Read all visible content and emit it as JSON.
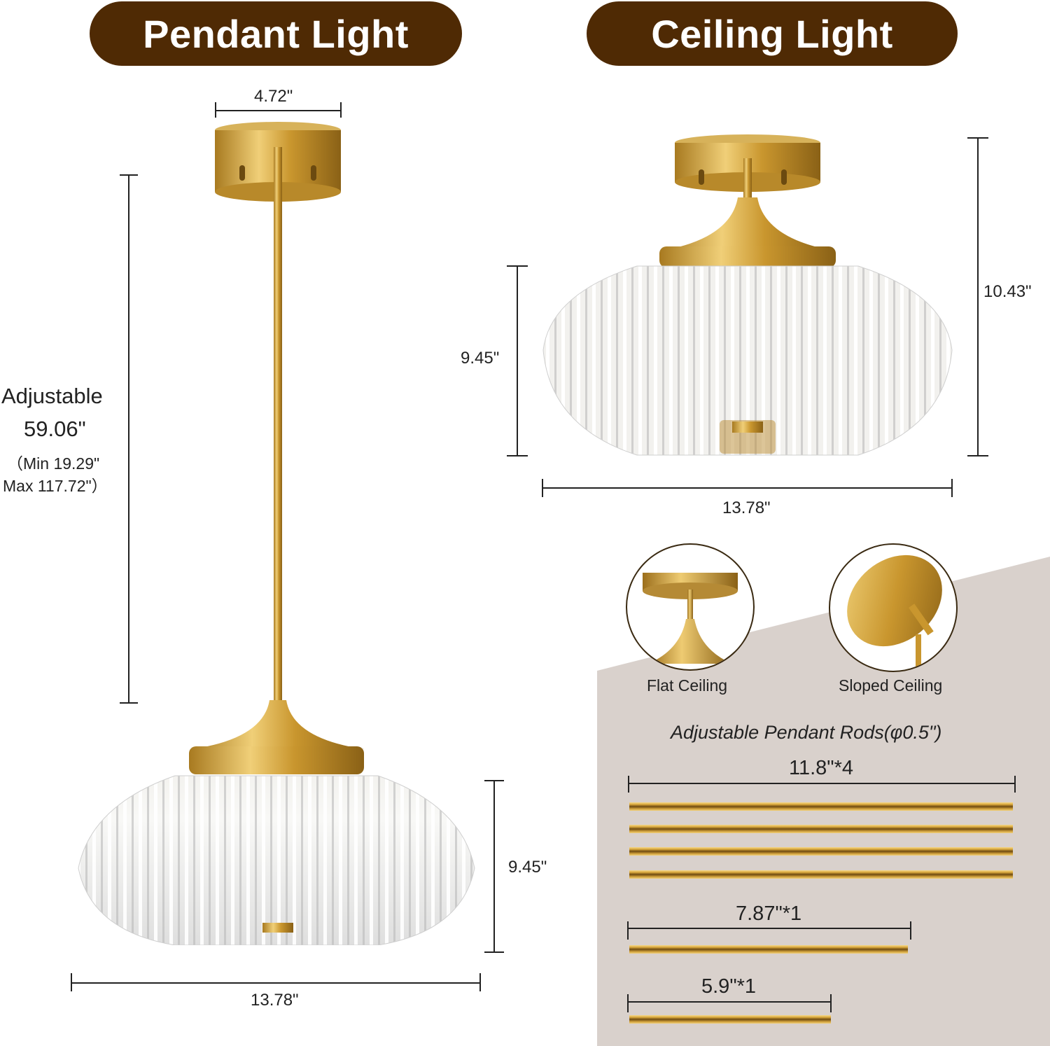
{
  "sections": {
    "pendant": {
      "title": "Pendant Light",
      "canopy_width": "4.72\"",
      "height_label": "Adjustable",
      "height_value": "59.06\"",
      "height_min": "（Min 19.29\"",
      "height_max": "Max 117.72\"）",
      "shade_height": "9.45\"",
      "shade_width": "13.78\""
    },
    "ceiling": {
      "title": "Ceiling Light",
      "total_height": "10.43\"",
      "shade_height": "9.45\"",
      "shade_width": "13.78\""
    }
  },
  "mounting": {
    "options": [
      {
        "label": "Flat Ceiling"
      },
      {
        "label": "Sloped Ceiling"
      }
    ]
  },
  "rods": {
    "title": "Adjustable Pendant Rods(φ0.5\")",
    "groups": [
      {
        "label": "11.8\"*4",
        "count": 4
      },
      {
        "label": "7.87\"*1",
        "count": 1
      },
      {
        "label": "5.9\"*1",
        "count": 1
      }
    ]
  },
  "colors": {
    "pill_brown": "#4f2a04",
    "gold": "#c99a36",
    "panel_taupe": "#d9d1cc"
  }
}
